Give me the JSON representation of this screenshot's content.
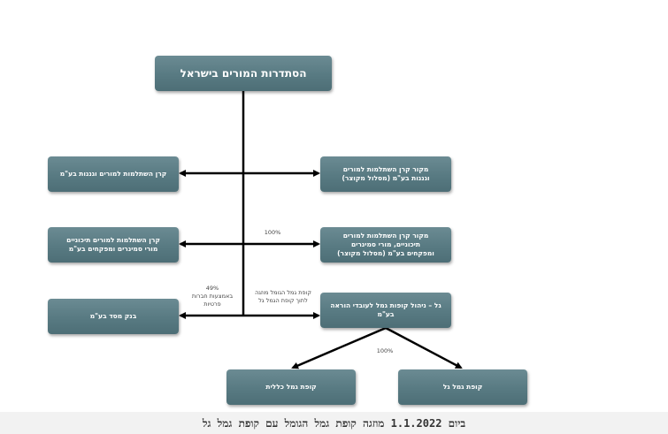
{
  "diagram": {
    "top_node": "הסתדרות המורים בישראל",
    "left_nodes": {
      "fund_teachers_kindergarten": "קרן השתלמות למורים וגננות בע\"מ",
      "fund_secondary": "קרן השתלמות למורים תיכוניים\nמורי סמינרים ומפקחים בע\"מ",
      "bank": "בנק מסד בע\"מ"
    },
    "right_nodes": {
      "source_fund_1": "מקור קרן השתלמות למורים\nוגננות בע\"מ (מסלול מקוצר)",
      "source_fund_2": "מקור קרן השתלמות למורים\nתיכוניים, מורי סמינרים\nומפקחים בע\"מ (מסלול מקוצר)",
      "gal": "גל – ניהול קופות גמל לעובדי הוראה בע\"מ"
    },
    "bottom_nodes": {
      "gal_fund": "קופת גמל גל",
      "klalit_fund": "קופת גמל כללית"
    },
    "labels": {
      "pct_source2": "100%",
      "pct_bank": "49%\nבאמצעות חברות\nפרטיות",
      "merge_note": "קופת גמל הגומל מוזגה\nלתוך קופת הגמל גל",
      "pct_gal": "100%"
    }
  },
  "caption": "ביום 1.1.2022 מוזגה קופת גמל הגומל עם קופת גמל גל"
}
